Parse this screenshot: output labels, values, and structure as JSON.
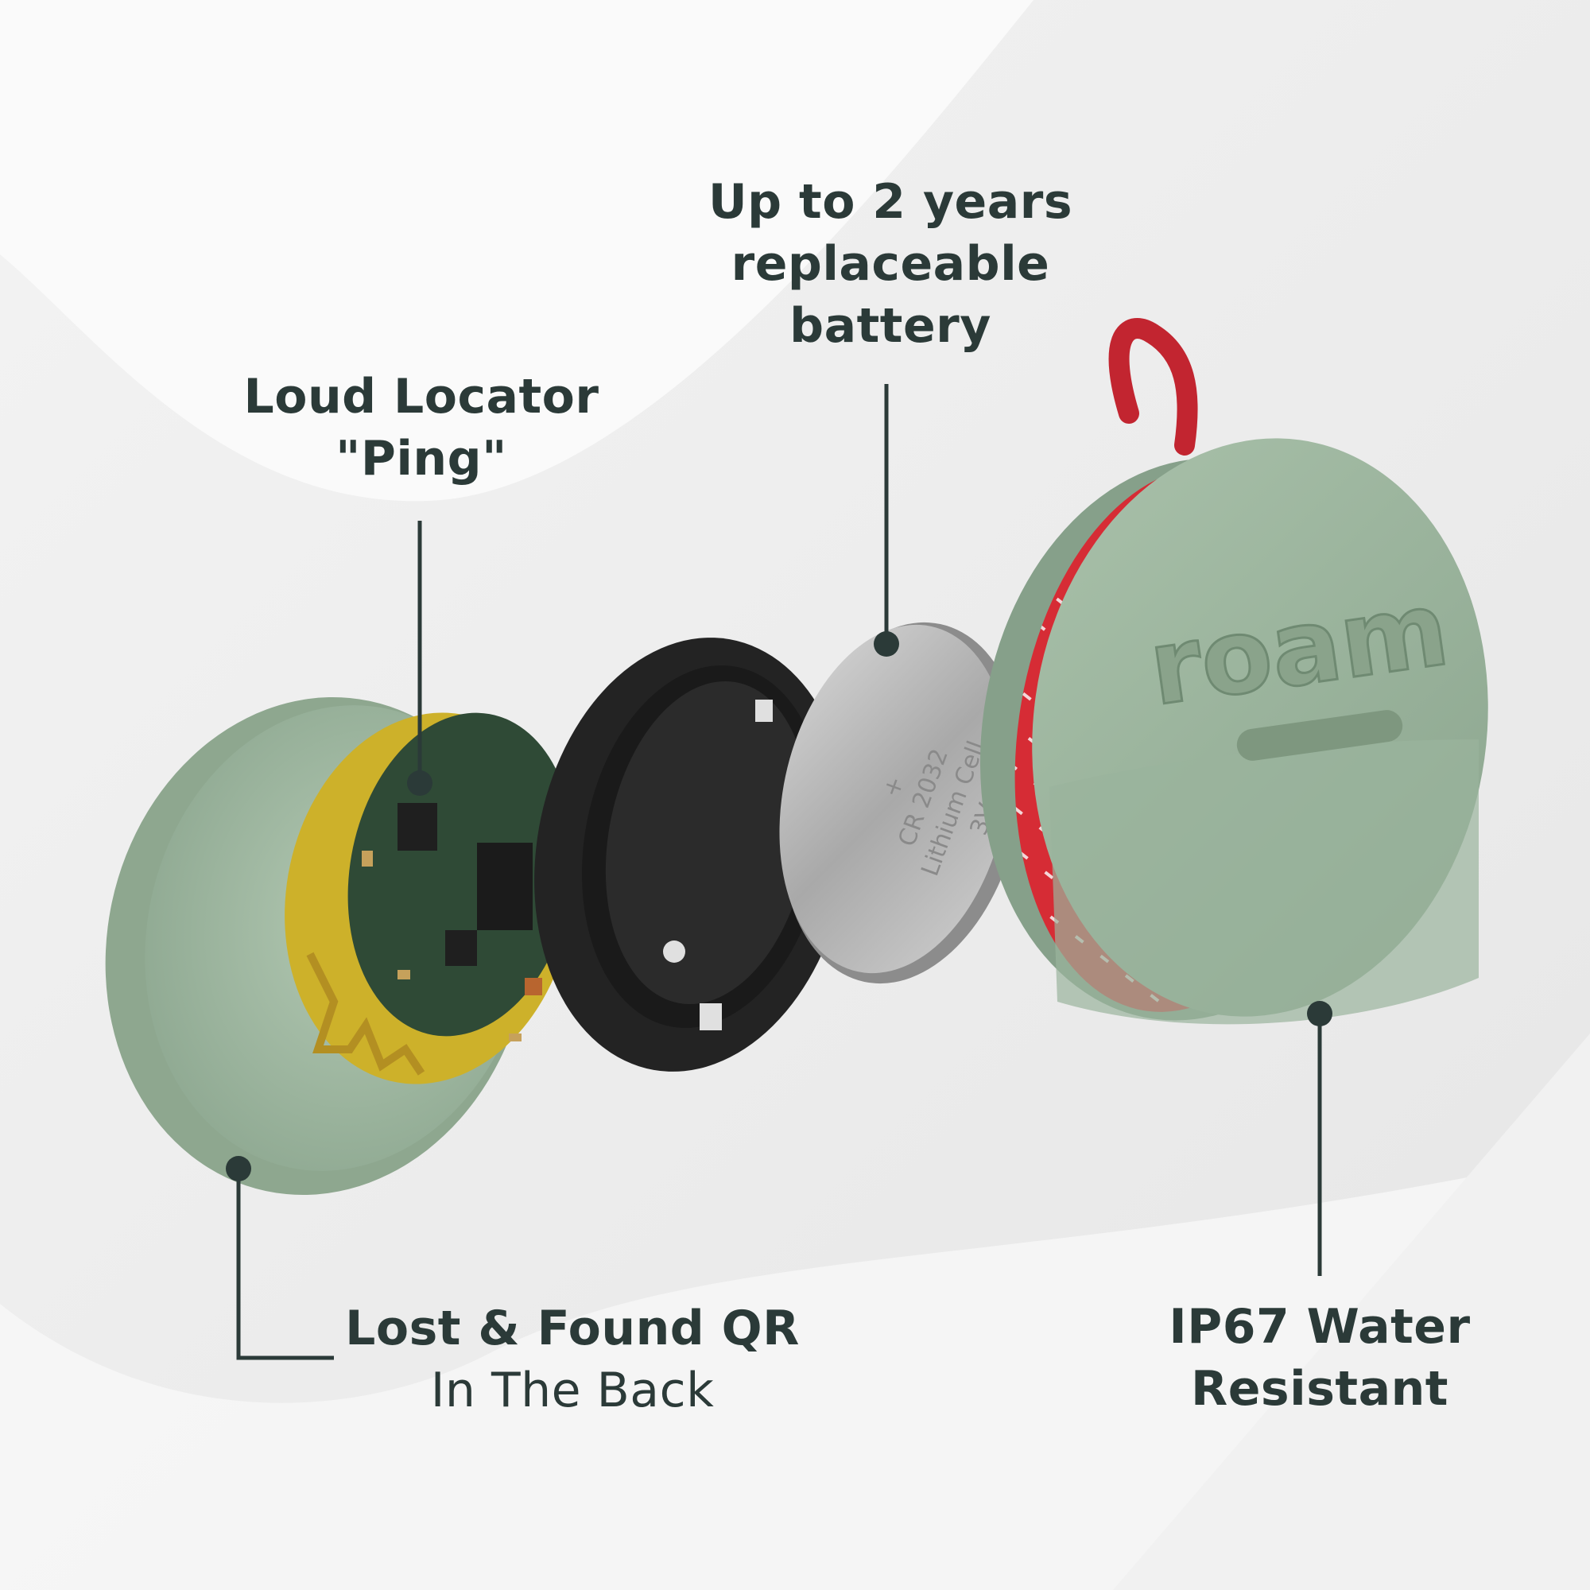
{
  "callouts": {
    "ping": {
      "line1": "Loud Locator",
      "line2": "\"Ping\""
    },
    "battery": {
      "line1": "Up to 2 years",
      "line2": "replaceable",
      "line3": "battery"
    },
    "qr": {
      "line1": "Lost & Found QR",
      "line2": "In The Back"
    },
    "water": {
      "line1": "IP67 Water",
      "line2": "Resistant"
    }
  },
  "product": {
    "brand_logo": "roam",
    "battery_marking": {
      "plus": "+",
      "model": "CR 2032",
      "type": "Lithium Cell",
      "voltage": "3V"
    }
  },
  "colors": {
    "text": "#2b3a38",
    "shell_green": "#9db59f",
    "strap_red": "#d62c35",
    "battery_silver": "#b9b9b9",
    "gasket_black": "#1d1d1d"
  }
}
